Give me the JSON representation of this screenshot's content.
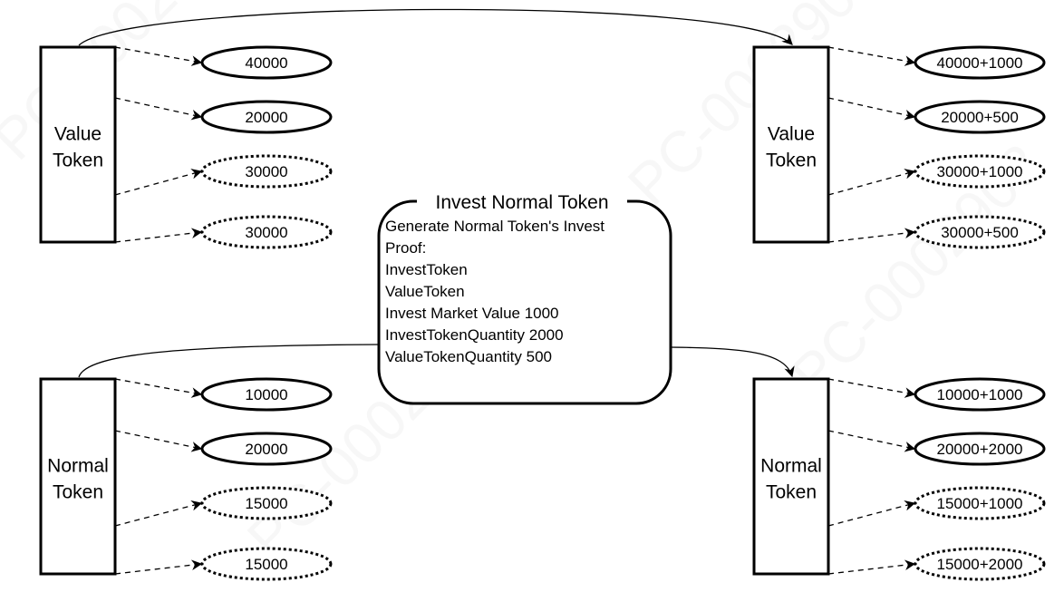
{
  "watermark": "PC-0002903",
  "center_box": {
    "title": "Invest Normal Token",
    "lines": [
      "Generate Normal Token's Invest",
      "Proof:",
      "InvestToken",
      "ValueToken",
      "Invest Market Value 1000",
      "InvestTokenQuantity 2000",
      "ValueTokenQuantity 500"
    ]
  },
  "left_value_token": {
    "label_line1": "Value",
    "label_line2": "Token",
    "values": [
      "40000",
      "20000",
      "30000",
      "30000"
    ]
  },
  "right_value_token": {
    "label_line1": "Value",
    "label_line2": "Token",
    "values": [
      "40000+1000",
      "20000+500",
      "30000+1000",
      "30000+500"
    ]
  },
  "left_normal_token": {
    "label_line1": "Normal",
    "label_line2": "Token",
    "values": [
      "10000",
      "20000",
      "15000",
      "15000"
    ]
  },
  "right_normal_token": {
    "label_line1": "Normal",
    "label_line2": "Token",
    "values": [
      "10000+1000",
      "20000+2000",
      "15000+1000",
      "15000+2000"
    ]
  },
  "ellipse_styles": [
    "solid",
    "solid",
    "dotted",
    "dotted"
  ],
  "colors": {
    "stroke": "#000000",
    "background": "#ffffff",
    "watermark": "#bfbfbf"
  }
}
